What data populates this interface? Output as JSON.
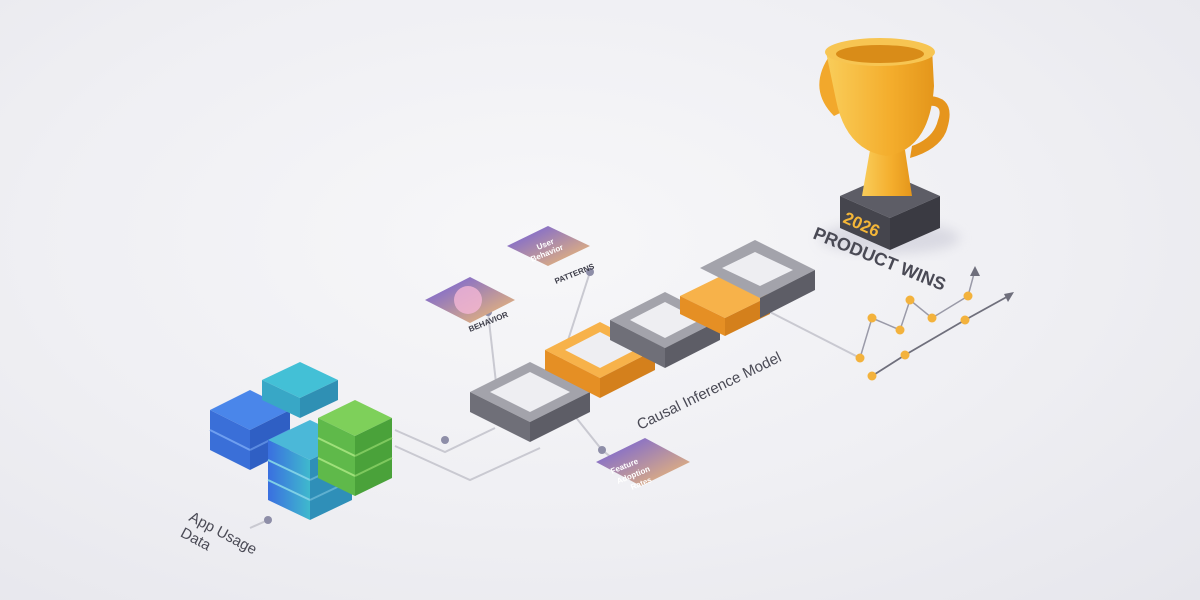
{
  "labels": {
    "app_usage_data": [
      "App Usage",
      "Data"
    ],
    "causal_model": "Causal Inference Model",
    "product_wins": "PRODUCT WINS",
    "trophy_year": "2026",
    "card_behavior": "BEHAVIOR",
    "card_user_patterns": [
      "User",
      "Behavior",
      "PATTERNS"
    ],
    "card_feature_adoption": [
      "Feature",
      "Adoption",
      "Rates"
    ]
  },
  "colors": {
    "stack_blue": "#3f7fe0",
    "stack_teal": "#3fb6c9",
    "stack_green": "#6cc24a",
    "chain_gray": "#8d8d96",
    "chain_orange": "#f0a53a",
    "trophy_gold": "#f5b638",
    "card_purple": "#7d63d8",
    "card_orange": "#f6c06a",
    "node_gold": "#f3b23c"
  },
  "icons": {
    "data": "database-stack-icon",
    "model": "chain-link-icon",
    "trophy": "trophy-icon",
    "growth": "growth-chart-icon"
  }
}
